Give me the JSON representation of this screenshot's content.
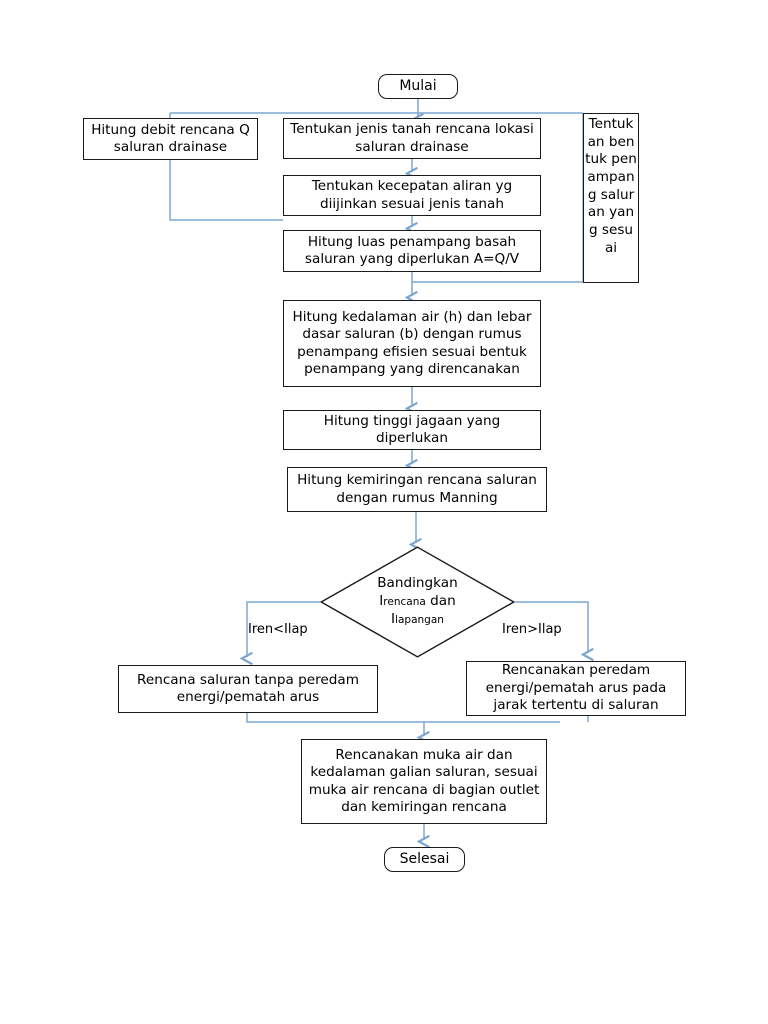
{
  "diagram": {
    "title": "Diagram alir perencanaan saluran drainase",
    "type": "flowchart",
    "colors": {
      "node_border": "#1a1a1a",
      "node_fill": "#ffffff",
      "connector": "#7da7d0",
      "text": "#000000"
    },
    "nodes": [
      {
        "id": "start",
        "shape": "terminator",
        "label": "Mulai"
      },
      {
        "id": "debit",
        "shape": "process",
        "label": "Hitung debit rencana Q saluran drainase"
      },
      {
        "id": "tanah",
        "shape": "process",
        "label": "Tentukan jenis tanah rencana lokasi saluran drainase"
      },
      {
        "id": "bentuk",
        "shape": "process",
        "label": "Tentukan bentuk penampang saluran yang sesuai"
      },
      {
        "id": "kecepatan",
        "shape": "process",
        "label": "Tentukan kecepatan aliran yg diijinkan sesuai jenis tanah"
      },
      {
        "id": "luas",
        "shape": "process",
        "label": "Hitung luas penampang basah saluran yang diperlukan A=Q/V"
      },
      {
        "id": "kedalaman",
        "shape": "process",
        "label": "Hitung kedalaman air (h) dan lebar dasar saluran (b) dengan rumus penampang efisien sesuai bentuk penampang yang direncanakan"
      },
      {
        "id": "jagaan",
        "shape": "process",
        "label": "Hitung tinggi jagaan yang diperlukan"
      },
      {
        "id": "manning",
        "shape": "process",
        "label": "Hitung kemiringan rencana saluran dengan rumus Manning"
      },
      {
        "id": "banding",
        "shape": "decision",
        "label_line1": "Bandingkan",
        "label_line2_pre": "I",
        "label_line2_sub": "rencana",
        "label_line2_post": " dan",
        "label_line3_pre": "I",
        "label_line3_sub": "lapangan"
      },
      {
        "id": "tanpa",
        "shape": "process",
        "label": "Rencana saluran tanpa peredam energi/pematah arus"
      },
      {
        "id": "dengan",
        "shape": "process",
        "label": "Rencanakan peredam energi/pematah arus pada jarak tertentu di saluran"
      },
      {
        "id": "mukaair",
        "shape": "process",
        "label": "Rencanakan muka air dan kedalaman galian saluran, sesuai muka air rencana di bagian outlet dan kemiringan rencana"
      },
      {
        "id": "end",
        "shape": "terminator",
        "label": "Selesai"
      }
    ],
    "edge_labels": {
      "left_branch": "Iren<Ilap",
      "right_branch": "Iren>Ilap"
    }
  }
}
